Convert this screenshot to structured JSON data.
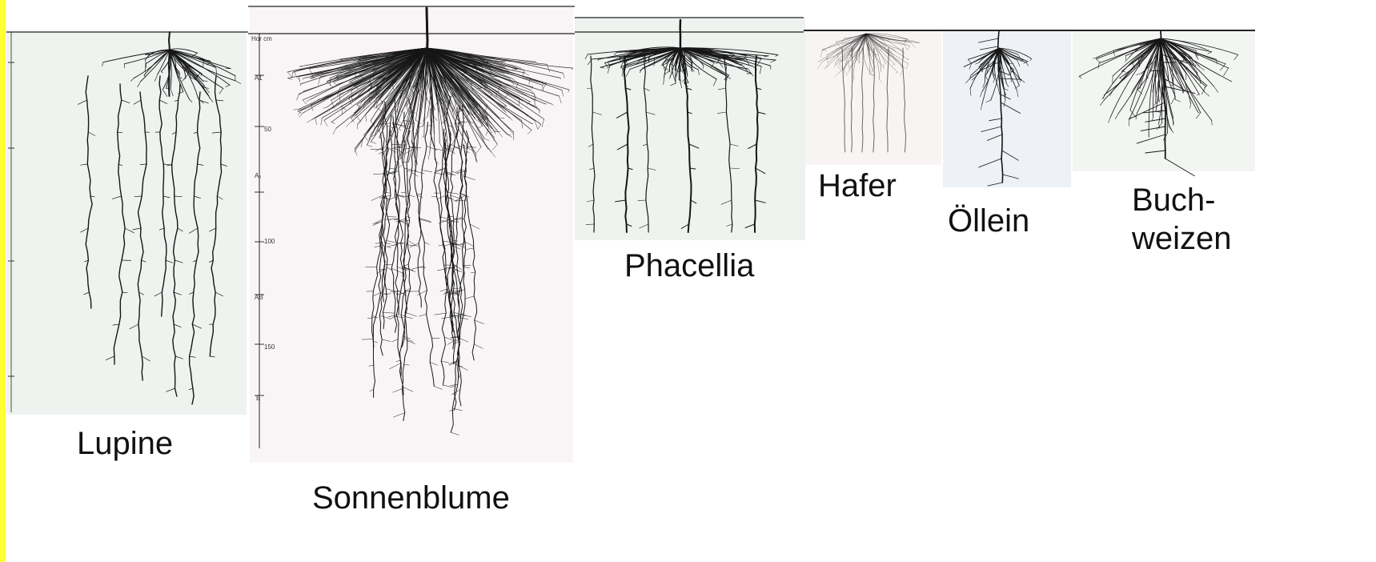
{
  "colors": {
    "border_yellow": "#ffff33",
    "root_black": "#161616",
    "panel_tint_green": "#eef3ef",
    "panel_tint_pink": "#f9f4f4",
    "panel_tint_blue": "#eef2f6"
  },
  "plants": [
    {
      "key": "lupine",
      "label": "Lupine"
    },
    {
      "key": "sonnenblume",
      "label": "Sonnenblume"
    },
    {
      "key": "phacellia",
      "label": "Phacellia"
    },
    {
      "key": "hafer",
      "label": "Hafer"
    },
    {
      "key": "oellein",
      "label": "Öllein"
    },
    {
      "key": "buchweizen",
      "label": "Buch-\nweizen"
    }
  ],
  "soil_markers": {
    "top": "Hor cm",
    "h1": "A1",
    "h2": "A₂",
    "h3": "AB",
    "h4": "B",
    "d1": "50",
    "d2": "100",
    "d3": "150"
  }
}
